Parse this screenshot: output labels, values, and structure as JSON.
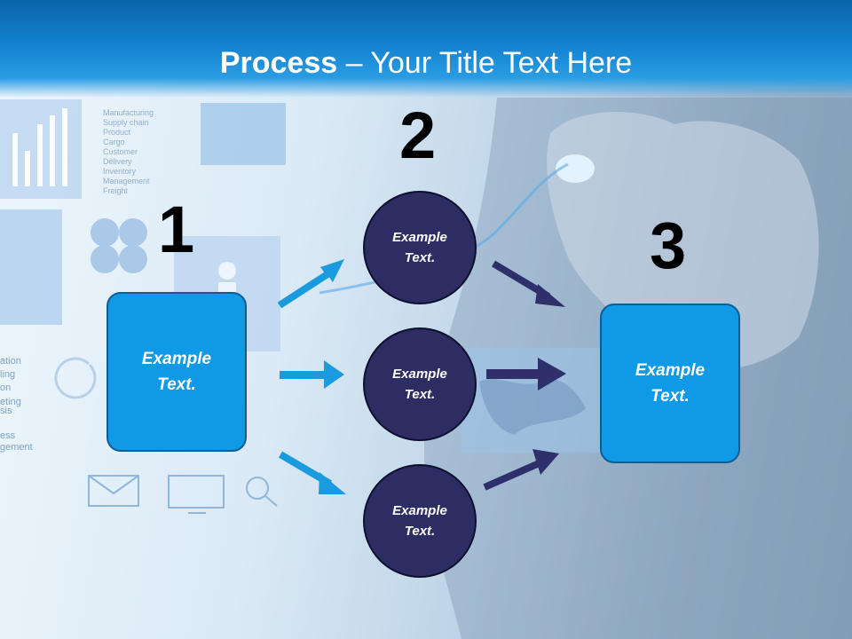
{
  "title": {
    "strong": "Process",
    "rest": " – Your Title Text Here"
  },
  "steps": [
    {
      "number": "1",
      "text_line1": "Example",
      "text_line2": "Text."
    },
    {
      "number": "2"
    },
    {
      "number": "3",
      "text_line1": "Example",
      "text_line2": "Text."
    }
  ],
  "circles": [
    {
      "text_line1": "Example",
      "text_line2": "Text."
    },
    {
      "text_line1": "Example",
      "text_line2": "Text."
    },
    {
      "text_line1": "Example",
      "text_line2": "Text."
    }
  ],
  "colors": {
    "box_fill": "#1099e6",
    "circle_fill": "#2c2d63",
    "arrow_left": "#1a9be0",
    "arrow_right": "#2e2f6b",
    "header": "#1281cf"
  },
  "icons": [
    "bar-chart-icon",
    "puzzle-icon",
    "person-icon",
    "envelope-icon",
    "monitor-icon",
    "search-icon",
    "world-map-icon",
    "touch-hand-icon"
  ]
}
